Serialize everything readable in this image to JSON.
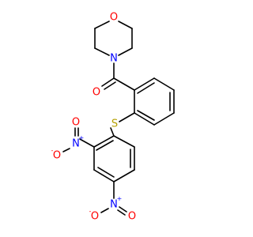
{
  "colors": {
    "bond": "#000000",
    "oxygen": "#ff0000",
    "nitrogen": "#0000ff",
    "sulfur": "#b5a000",
    "background": "#ffffff"
  },
  "atoms": {
    "morpholine_o": {
      "symbol": "O",
      "element": "oxygen"
    },
    "morpholine_n": {
      "symbol": "N",
      "element": "nitrogen"
    },
    "carbonyl_o": {
      "symbol": "O",
      "element": "oxygen"
    },
    "thioether_s": {
      "symbol": "S",
      "element": "sulfur"
    },
    "nitro1_n": {
      "symbol": "N",
      "element": "nitrogen",
      "charge": "+"
    },
    "nitro1_o_left": {
      "symbol": "O",
      "element": "oxygen",
      "charge": "-"
    },
    "nitro1_o_top": {
      "symbol": "O",
      "element": "oxygen"
    },
    "nitro2_n": {
      "symbol": "N",
      "element": "nitrogen",
      "charge": "+"
    },
    "nitro2_o_left": {
      "symbol": "O",
      "element": "oxygen",
      "charge": "-"
    },
    "nitro2_o_right": {
      "symbol": "O",
      "element": "oxygen"
    }
  }
}
